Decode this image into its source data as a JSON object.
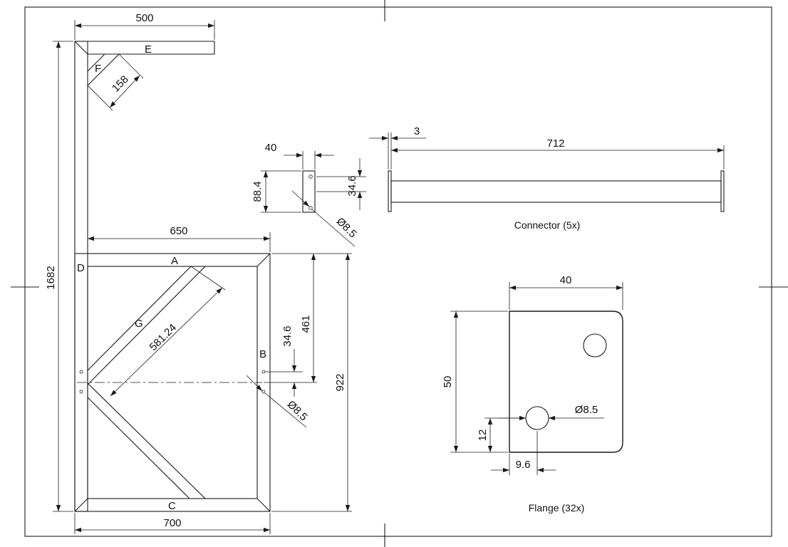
{
  "frame": {
    "dimensions": {
      "overall_width": "500",
      "total_height": "1682",
      "brace_length": "158",
      "frame_width": "650",
      "bottom_width": "700",
      "frame_height": "922",
      "half_height": "461",
      "hole_offset": "34.6",
      "diagonal_length": "581.24",
      "hole_diameter": "Ø8.5"
    },
    "part_labels": {
      "A": "A",
      "B": "B",
      "C": "C",
      "D": "D",
      "E": "E",
      "F": "F",
      "G": "G"
    }
  },
  "small_plate": {
    "width": "40",
    "height": "88.4",
    "hole_offset": "34.6",
    "hole_diameter": "Ø8.5"
  },
  "connector": {
    "flange_thickness": "3",
    "length": "712",
    "title": "Connector (5x)"
  },
  "flange": {
    "width": "40",
    "height": "50",
    "hole_diameter": "Ø8.5",
    "hole_y": "12",
    "hole_x": "9.6",
    "title": "Flange (32x)"
  }
}
